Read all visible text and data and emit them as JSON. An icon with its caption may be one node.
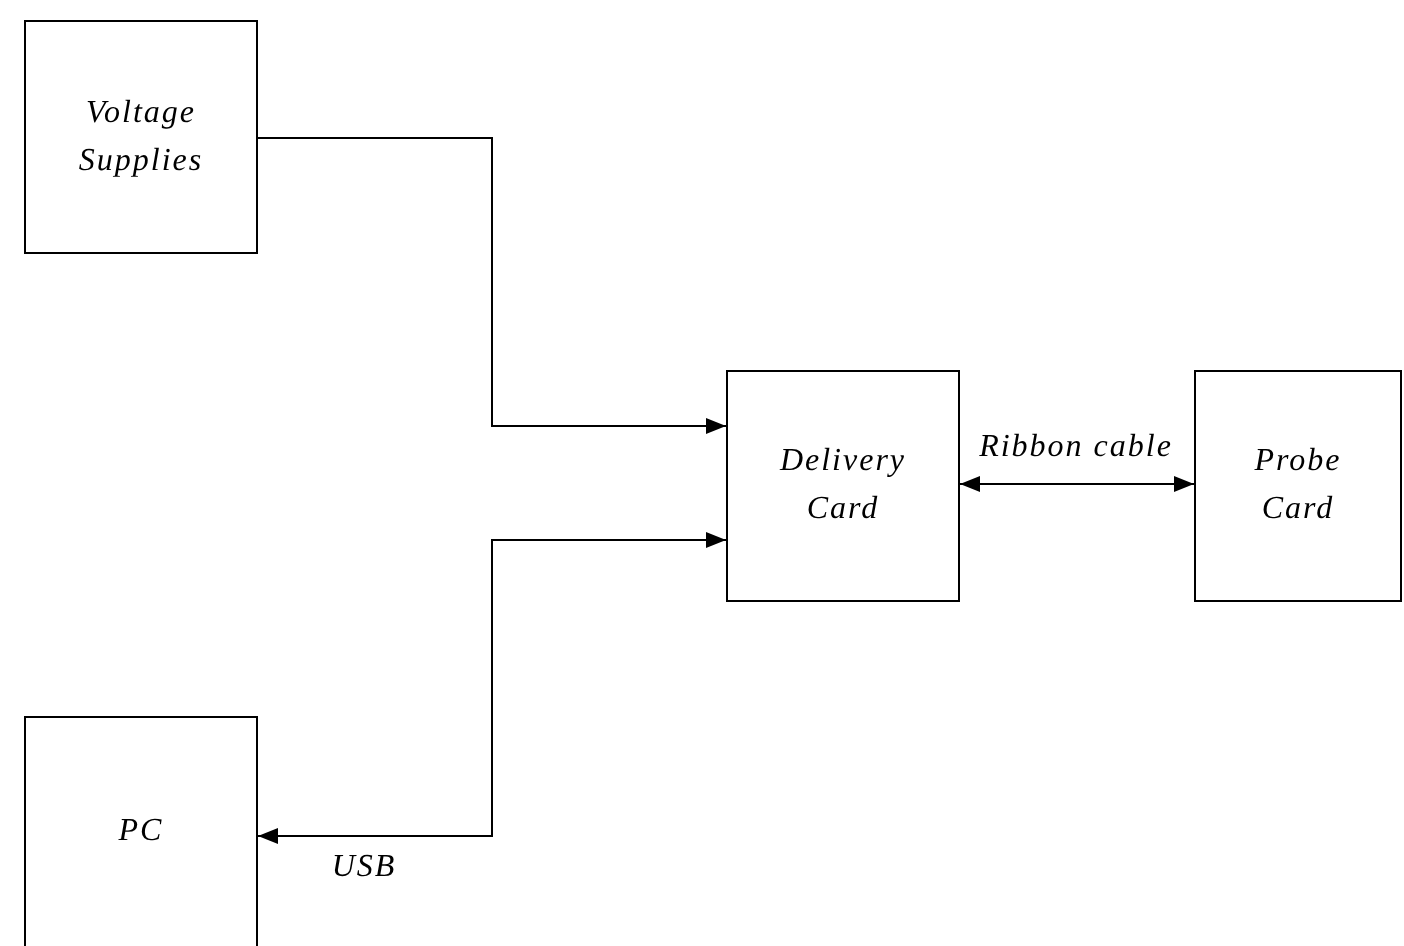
{
  "diagram": {
    "nodes": [
      {
        "text": [
          "Voltage Supplies"
        ]
      },
      {
        "text": [
          "Delivery Card"
        ]
      },
      {
        "text": [
          "Probe Card"
        ]
      },
      {
        "text": [
          "PC"
        ]
      }
    ],
    "edges": [
      {
        "from": 0,
        "to": 1,
        "arrow": "to"
      },
      {
        "from": 1,
        "to": 2,
        "arrow": "both",
        "label": "Ribbon cable"
      },
      {
        "from": 1,
        "to": 3,
        "arrow": "both",
        "label": "USB"
      }
    ]
  }
}
